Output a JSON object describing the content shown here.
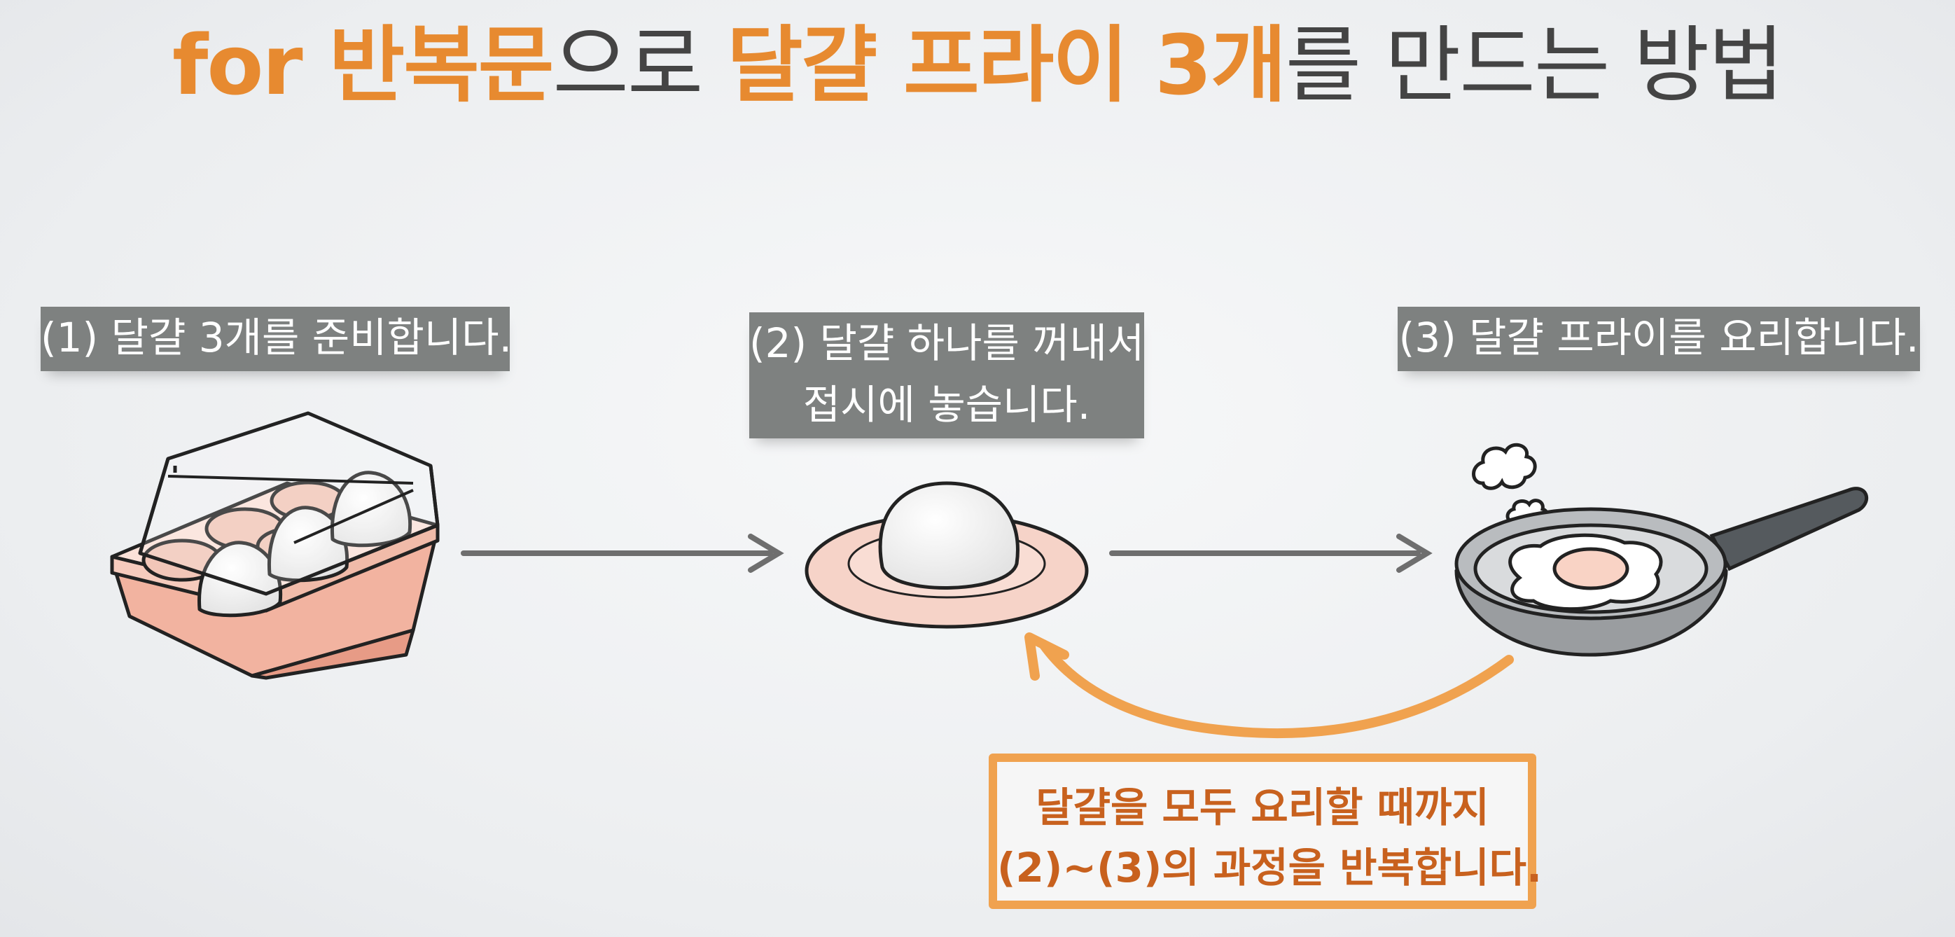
{
  "title": {
    "part1_highlight": "for 반복문",
    "part2": "으로 ",
    "part3_highlight": "달걀 프라이 3개",
    "part4": "를 만드는 방법"
  },
  "steps": [
    {
      "label_line1": "(1) 달걀 3개를 준비합니다.",
      "label_line2": ""
    },
    {
      "label_line1": "(2) 달걀 하나를 꺼내서",
      "label_line2": "접시에 놓습니다."
    },
    {
      "label_line1": "(3) 달걀 프라이를 요리합니다.",
      "label_line2": ""
    }
  ],
  "loop_note": {
    "line1": "달걀을 모두 요리할 때까지",
    "line2": "(2)~(3)의 과정을 반복합니다."
  },
  "colors": {
    "accent_orange": "#e78a30",
    "loop_text": "#c8611e",
    "label_bg": "#7e8180",
    "arrow_gray": "#6e6e6e"
  },
  "icons": [
    "egg-carton-icon",
    "plate-with-egg-icon",
    "frying-pan-icon",
    "steam-icon"
  ]
}
